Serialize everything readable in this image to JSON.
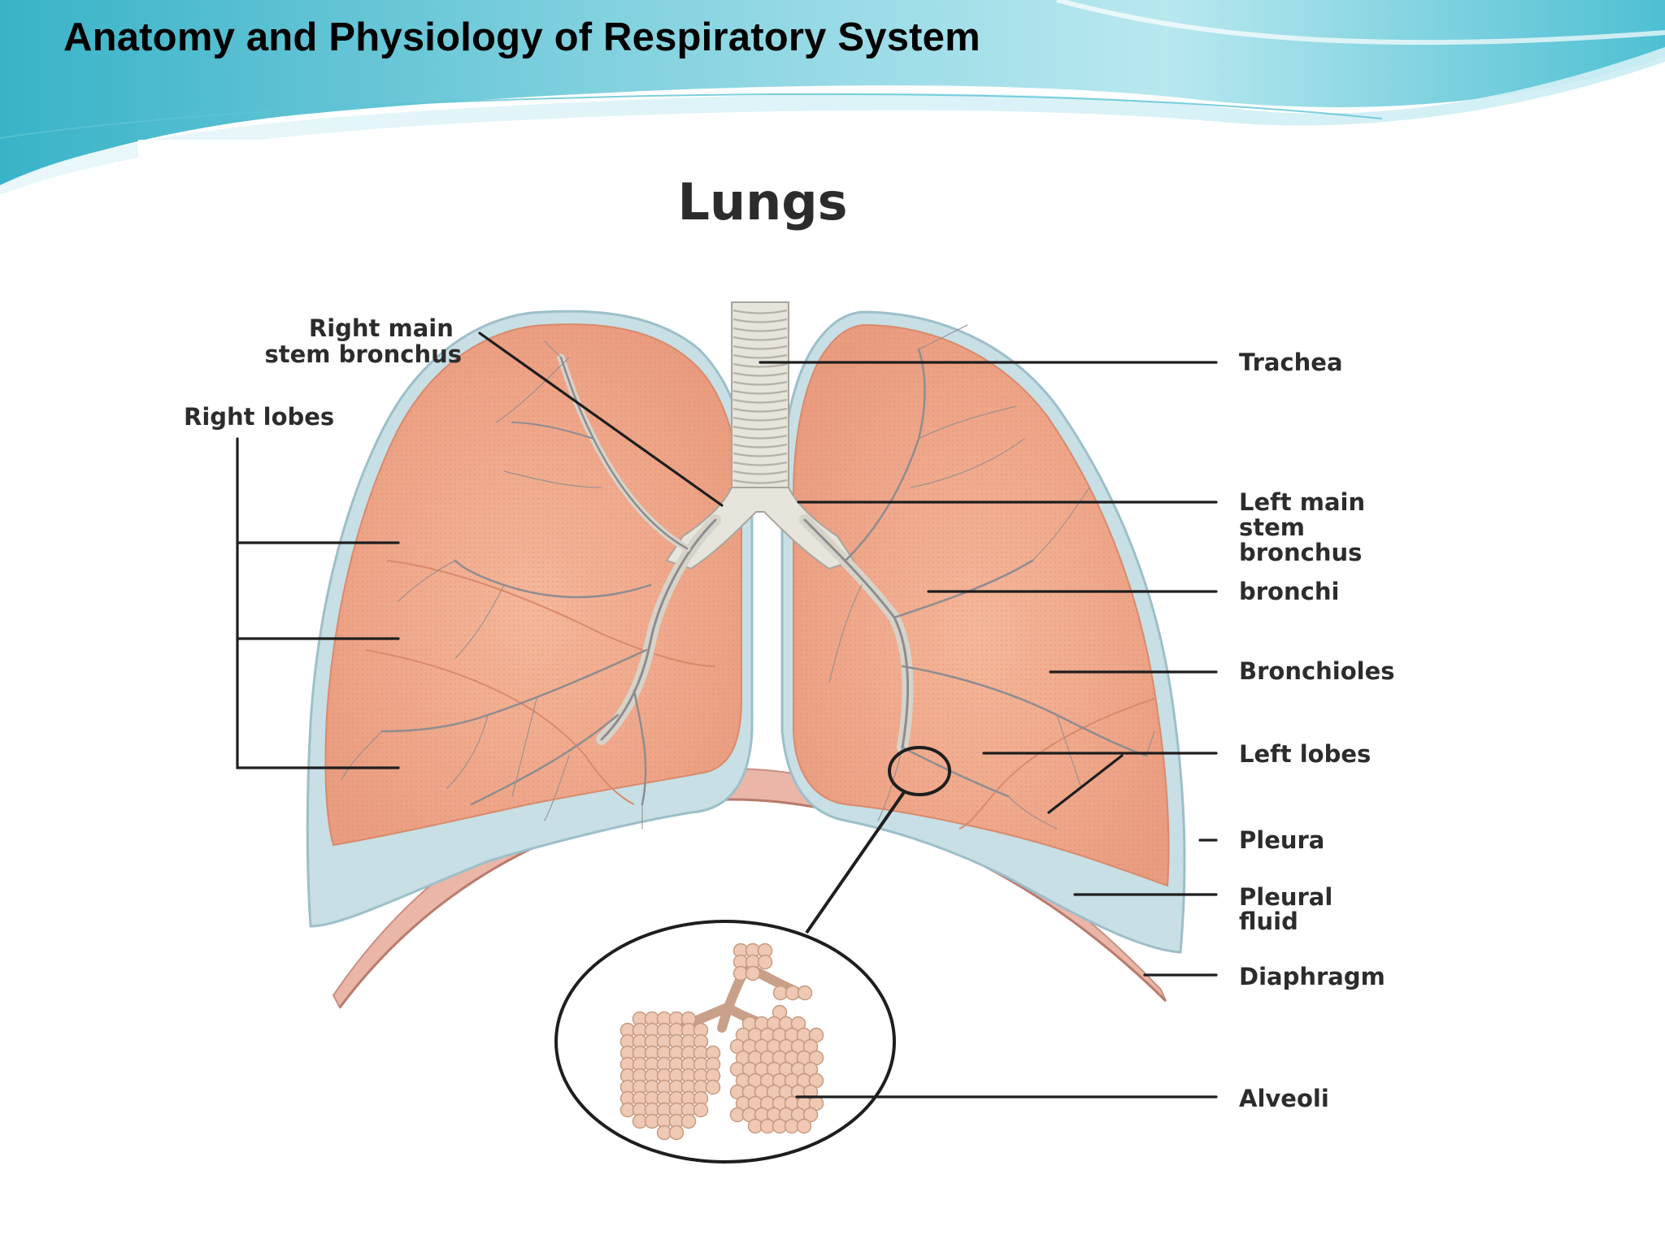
{
  "slide": {
    "title": "Anatomy and Physiology of Respiratory System",
    "colors": {
      "wave_dark": "#3bb8cc",
      "wave_light": "#a9e3ec",
      "background": "#ffffff"
    }
  },
  "figure": {
    "title": "Lungs",
    "labels": {
      "right_main_stem_bronchus": [
        "Right main",
        "stem bronchus"
      ],
      "right_lobes": "Right lobes",
      "trachea": "Trachea",
      "left_main_stem_bronchus": [
        "Left main",
        "stem",
        "bronchus"
      ],
      "bronchi": "bronchi",
      "bronchioles": "Bronchioles",
      "left_lobes": "Left lobes",
      "pleura": "Pleura",
      "pleural_fluid": [
        "Pleural",
        "fluid"
      ],
      "diaphragm": "Diaphragm",
      "alveoli": "Alveoli"
    },
    "colors": {
      "lung_tissue": "#f0a88a",
      "lung_edge": "#d98a6c",
      "pleura": "#c9e0e6",
      "diaphragm": "#e7b4a6",
      "airway": "#d9d9d0",
      "branch": "#8f8c90",
      "alveoli": "#efc9b3"
    }
  }
}
